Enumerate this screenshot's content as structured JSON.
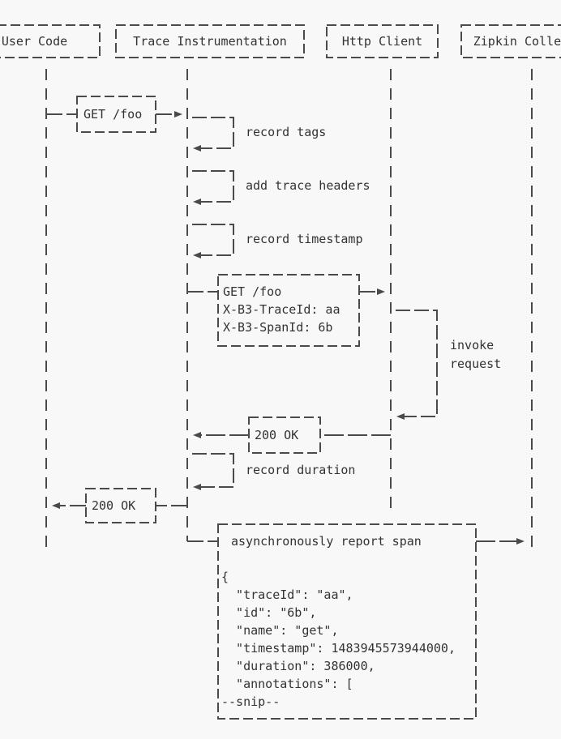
{
  "diagram": {
    "type": "sequence-diagram",
    "colors": {
      "background": "#f8f8f8",
      "stroke": "#4a4a4a",
      "text": "#333333"
    },
    "actors": [
      {
        "label": "User Code"
      },
      {
        "label": "Trace Instrumentation"
      },
      {
        "label": "Http Client"
      },
      {
        "label": "Zipkin Collector"
      }
    ],
    "messages": {
      "get_foo": "GET /foo",
      "record_tags": "record tags",
      "add_trace_headers": "add trace headers",
      "record_timestamp": "record timestamp",
      "request_lines": [
        "GET /foo",
        "X-B3-TraceId: aa",
        "X-B3-SpanId: 6b"
      ],
      "invoke_request_lines": [
        "invoke",
        "request"
      ],
      "ok_to_trace": "200 OK",
      "record_duration": "record duration",
      "ok_to_user": "200 OK",
      "report": {
        "title": "asynchronously report span",
        "payload_lines": [
          "{",
          "  \"traceId\": \"aa\",",
          "  \"id\": \"6b\",",
          "  \"name\": \"get\",",
          "  \"timestamp\": 1483945573944000,",
          "  \"duration\": 386000,",
          "  \"annotations\": [",
          "--snip--"
        ]
      }
    }
  }
}
